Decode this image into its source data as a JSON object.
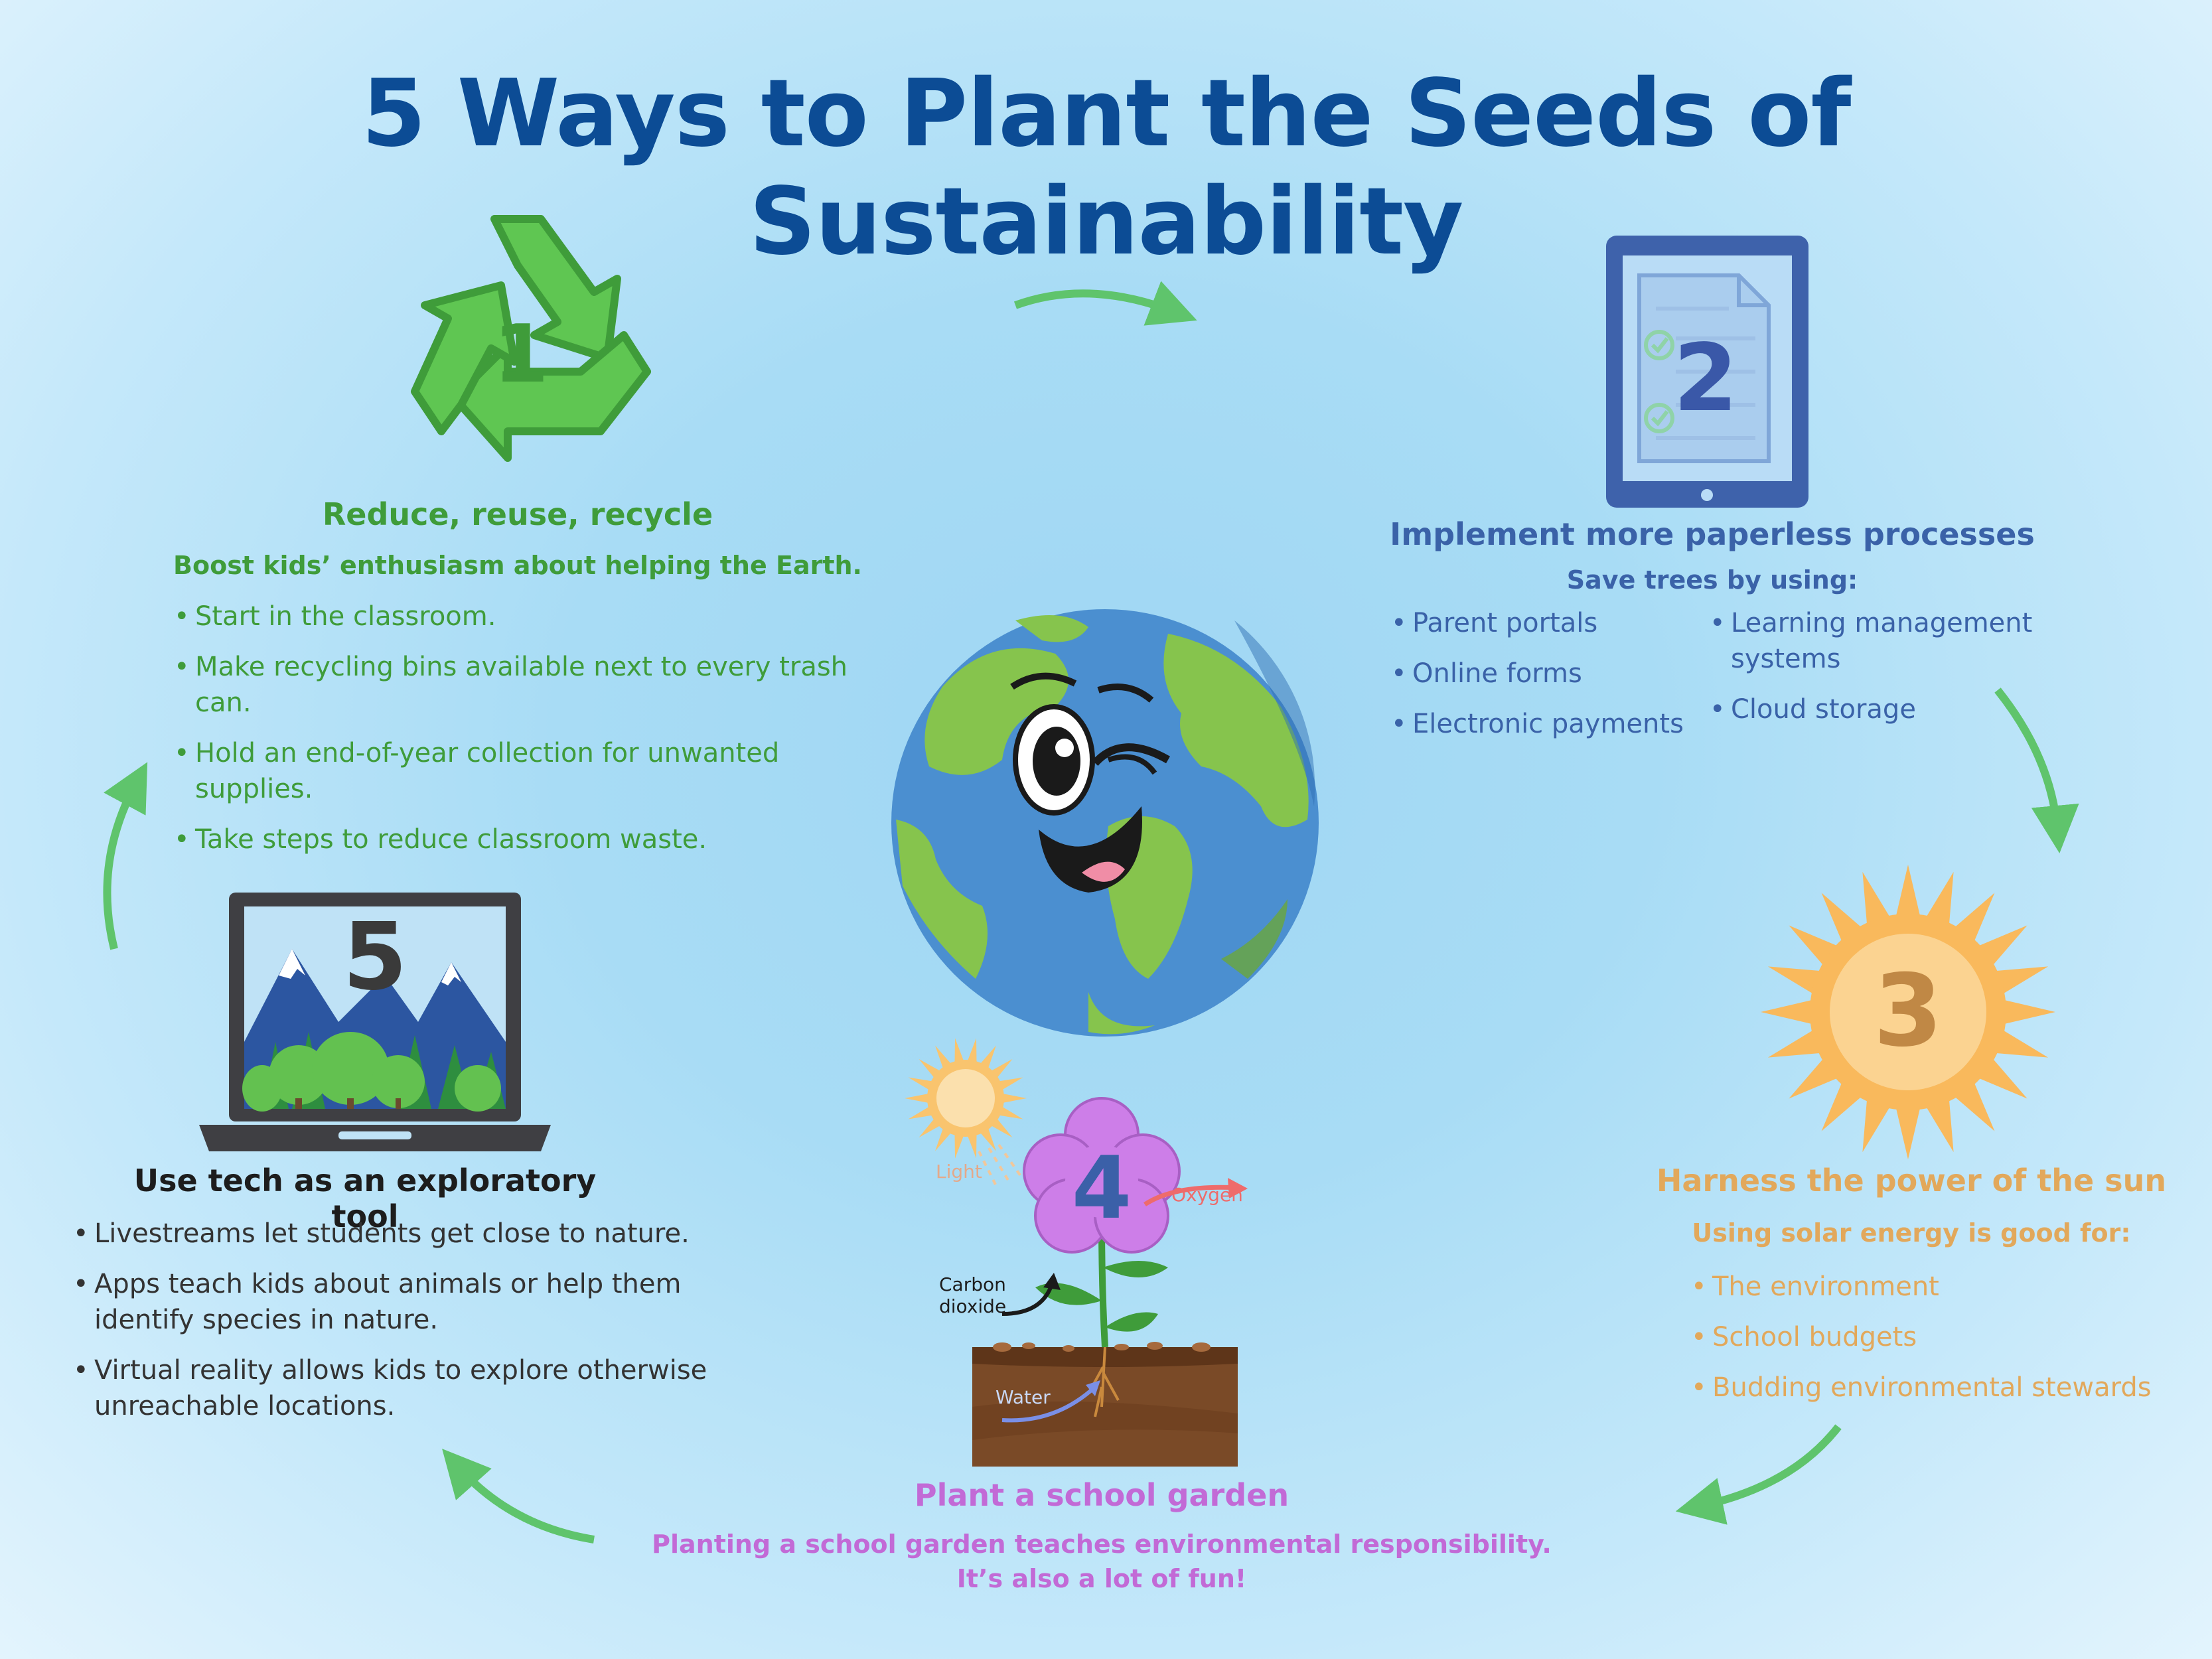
{
  "title": "5 Ways to Plant the Seeds of Sustainability",
  "colors": {
    "title": "#0c4c95",
    "green": "#3f9c3a",
    "blue": "#3a62a8",
    "orange": "#e2a85b",
    "purple": "#c26ad6",
    "dark": "#1d1d1d",
    "arrow": "#5fc46c"
  },
  "sections": {
    "recycle": {
      "icon": "recycle-icon",
      "number": "1",
      "heading": "Reduce, reuse, recycle",
      "subheading": "Boost kids’ enthusiasm about helping the Earth.",
      "items": [
        "Start in the classroom.",
        "Make recycling bins available next to every trash can.",
        "Hold an end-of-year collection for unwanted supplies.",
        "Take steps to reduce classroom waste."
      ]
    },
    "paperless": {
      "icon": "tablet-icon",
      "number": "2",
      "heading": "Implement more paperless processes",
      "subheading": "Save trees by using:",
      "items_col1": [
        "Parent portals",
        "Online forms",
        "Electronic payments"
      ],
      "items_col2": [
        "Learning management systems",
        "Cloud storage"
      ]
    },
    "solar": {
      "icon": "sun-icon",
      "number": "3",
      "heading": "Harness the power of the sun",
      "subheading": "Using solar energy is good for:",
      "items": [
        "The environment",
        "School budgets",
        "Budding environmental stewards"
      ]
    },
    "garden": {
      "icon": "flower-icon",
      "number": "4",
      "heading": "Plant a school garden",
      "line1": "Planting a school garden teaches environmental responsibility.",
      "line2": "It’s also a lot of fun!",
      "labels": {
        "light": "Light",
        "oxygen": "Oxygen",
        "carbon1": "Carbon",
        "carbon2": "dioxide",
        "water": "Water"
      }
    },
    "tech": {
      "icon": "laptop-icon",
      "number": "5",
      "heading": "Use tech as an exploratory tool",
      "items": [
        "Livestreams let students get close to nature.",
        "Apps teach kids about animals or help them identify species in nature.",
        "Virtual reality allows kids to explore otherwise unreachable locations."
      ]
    }
  },
  "center": {
    "icon": "earth-icon"
  }
}
